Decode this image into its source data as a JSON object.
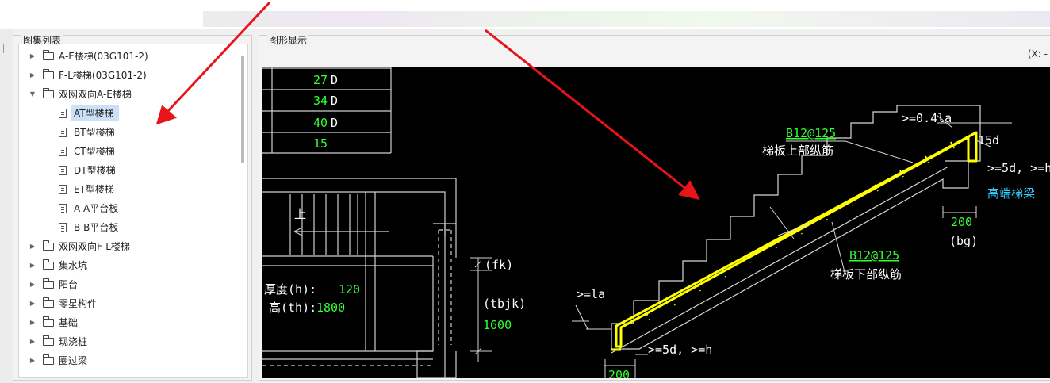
{
  "panels": {
    "list_title": "图集列表",
    "view_title": "图形显示",
    "coordinate_readout": "(X: -"
  },
  "tree": [
    {
      "label": "A-E楼梯(03G101-2)",
      "type": "folder",
      "expanded": false,
      "level": 0
    },
    {
      "label": "F-L楼梯(03G101-2)",
      "type": "folder",
      "expanded": false,
      "level": 0
    },
    {
      "label": "双网双向A-E楼梯",
      "type": "folder",
      "expanded": true,
      "level": 0
    },
    {
      "label": "AT型楼梯",
      "type": "doc",
      "level": 1,
      "selected": true
    },
    {
      "label": "BT型楼梯",
      "type": "doc",
      "level": 1
    },
    {
      "label": "CT型楼梯",
      "type": "doc",
      "level": 1
    },
    {
      "label": "DT型楼梯",
      "type": "doc",
      "level": 1
    },
    {
      "label": "ET型楼梯",
      "type": "doc",
      "level": 1
    },
    {
      "label": "A-A平台板",
      "type": "doc",
      "level": 1
    },
    {
      "label": "B-B平台板",
      "type": "doc",
      "level": 1
    },
    {
      "label": "双网双向F-L楼梯",
      "type": "folder",
      "expanded": false,
      "level": 0
    },
    {
      "label": "集水坑",
      "type": "folder",
      "expanded": false,
      "level": 0
    },
    {
      "label": "阳台",
      "type": "folder",
      "expanded": false,
      "level": 0
    },
    {
      "label": "零星构件",
      "type": "folder",
      "expanded": false,
      "level": 0
    },
    {
      "label": "基础",
      "type": "folder",
      "expanded": false,
      "level": 0
    },
    {
      "label": "现浇桩",
      "type": "folder",
      "expanded": false,
      "level": 0
    },
    {
      "label": "圈过梁",
      "type": "folder",
      "expanded": false,
      "level": 0
    }
  ],
  "drawing": {
    "table_values": [
      "27",
      "34",
      "40",
      "15"
    ],
    "table_suffixes": [
      "D",
      "D",
      "D",
      ""
    ],
    "up_label": "上",
    "thickness_label": "厚度(h):",
    "thickness_value": "120",
    "height_label": "高(th):",
    "height_value": "1800",
    "fk_label": "(fk)",
    "tbjk_label": "(tbjk)",
    "tbjk_value": "1600",
    "top_rebar_spec": "B12@125",
    "top_rebar_name": "梯板上部纵筋",
    "bottom_rebar_spec": "B12@125",
    "bottom_rebar_name": "梯板下部纵筋",
    "anchor_top_label": ">=0.4la",
    "hook_label": "15d",
    "anchor_high_label": ">=5d, >=h",
    "high_beam_label": "高端梯梁",
    "beam_width_value": "200",
    "bg_label": "(bg)",
    "la_label": ">=la",
    "anchor_low_label": ">=5d, >=h",
    "low_width_value": "200"
  },
  "colors": {
    "canvas_bg": "#000000",
    "rebar": "#ffff00",
    "value_green": "#33ff33",
    "label_cyan": "#33ccff",
    "arrow_red": "#e8141b",
    "selection": "#cce0f7"
  }
}
